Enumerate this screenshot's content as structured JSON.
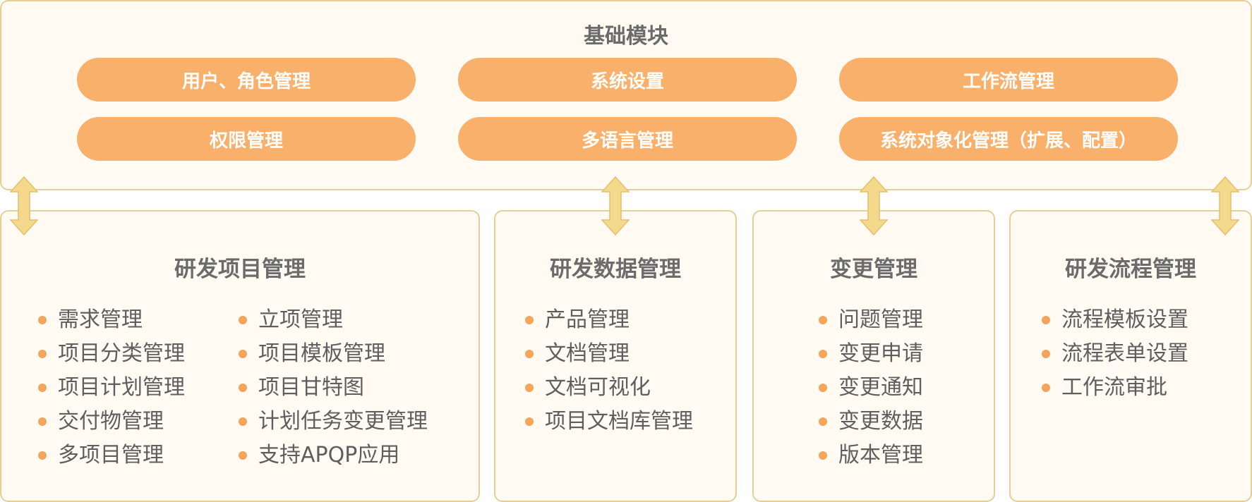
{
  "base_module": {
    "title": "基础模块",
    "row1": [
      "用户、角色管理",
      "系统设置",
      "工作流管理"
    ],
    "row2": [
      "权限管理",
      "多语言管理",
      "系统对象化管理（扩展、配置）"
    ]
  },
  "sections": {
    "project": {
      "title": "研发项目管理",
      "col1": [
        "需求管理",
        "项目分类管理",
        "项目计划管理",
        "交付物管理",
        "多项目管理"
      ],
      "col2": [
        "立项管理",
        "项目模板管理",
        "项目甘特图",
        "计划任务变更管理",
        "支持APQP应用"
      ]
    },
    "data": {
      "title": "研发数据管理",
      "items": [
        "产品管理",
        "文档管理",
        "文档可视化",
        "项目文档库管理"
      ]
    },
    "change": {
      "title": "变更管理",
      "items": [
        "问题管理",
        "变更申请",
        "变更通知",
        "变更数据",
        "版本管理"
      ]
    },
    "process": {
      "title": "研发流程管理",
      "items": [
        "流程模板设置",
        "流程表单设置",
        "工作流审批"
      ]
    }
  },
  "colors": {
    "panel_bg": "#fffbf3",
    "panel_border": "#e6cf97",
    "pill_bg": "#f8b06b",
    "bullet": "#f5a45c",
    "arrow_fill": "#f4d98c"
  }
}
